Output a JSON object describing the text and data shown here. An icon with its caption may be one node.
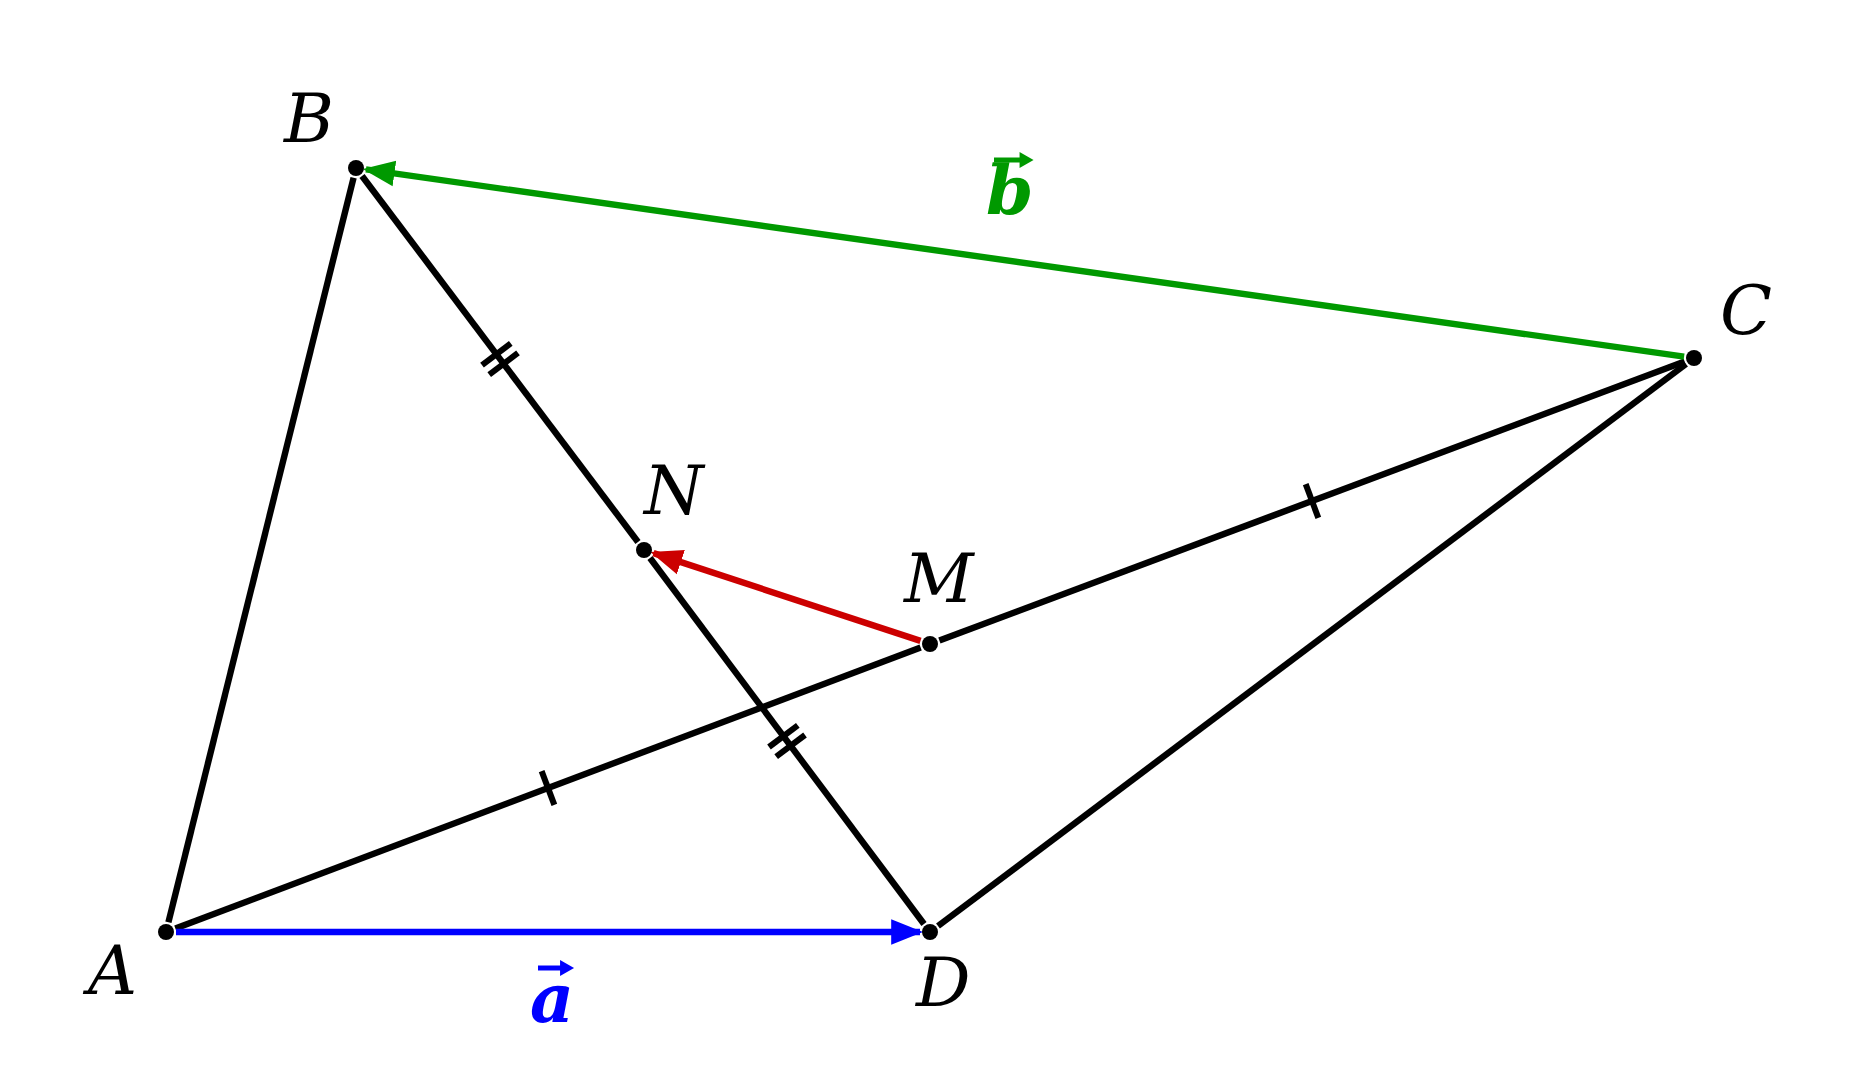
{
  "diagram": {
    "nodes": [
      {
        "text": [
          "A"
        ]
      },
      {
        "text": [
          "B"
        ]
      },
      {
        "text": [
          "C"
        ]
      },
      {
        "text": [
          "D"
        ]
      },
      {
        "text": [
          "M"
        ]
      },
      {
        "text": [
          "N"
        ]
      }
    ],
    "edges": [
      {
        "from": 0,
        "to": 1,
        "arrow": "none"
      },
      {
        "from": 1,
        "to": 5,
        "arrow": "none"
      },
      {
        "from": 5,
        "to": 3,
        "arrow": "none"
      },
      {
        "from": 0,
        "to": 4,
        "arrow": "none"
      },
      {
        "from": 4,
        "to": 2,
        "arrow": "none"
      },
      {
        "from": 2,
        "to": 3,
        "arrow": "none"
      },
      {
        "from": 0,
        "to": 3,
        "arrow": "to",
        "label": "a",
        "color": "#0000ff"
      },
      {
        "from": 2,
        "to": 1,
        "arrow": "to",
        "label": "b",
        "color": "#009900"
      },
      {
        "from": 4,
        "to": 5,
        "arrow": "to",
        "color": "#cc0000"
      }
    ]
  }
}
